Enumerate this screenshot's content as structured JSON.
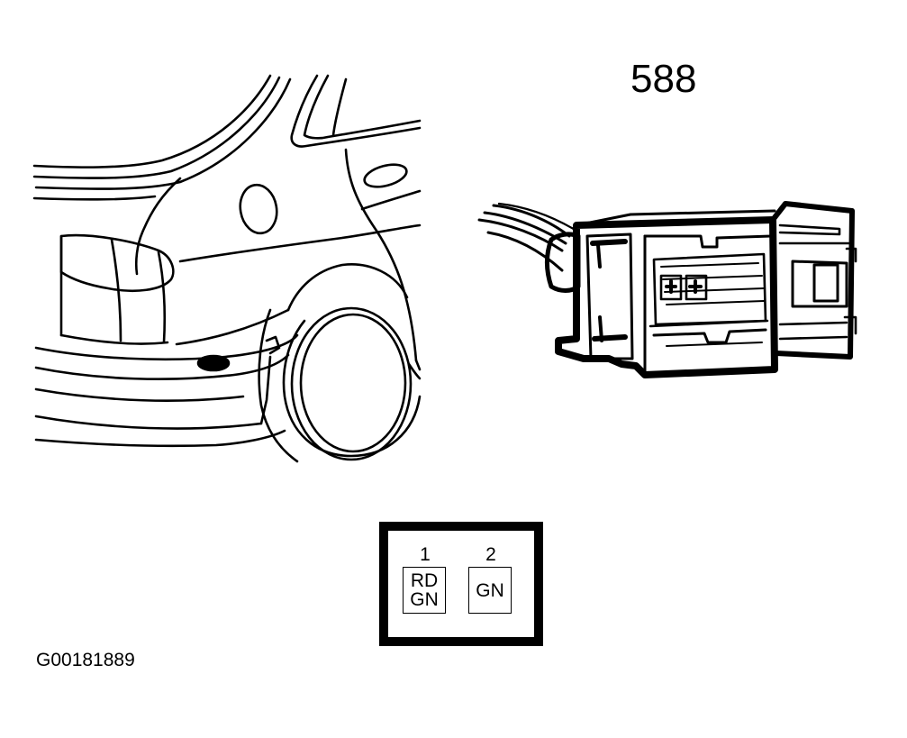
{
  "connector_number": "588",
  "figure_id": "G00181889",
  "pinout": {
    "pins": [
      {
        "number": "1",
        "colors": [
          "RD",
          "GN"
        ]
      },
      {
        "number": "2",
        "colors": [
          "GN"
        ]
      }
    ]
  },
  "illustrations": {
    "vehicle": "rear-quarter-of-car",
    "connector": "two-pin-harness-connector"
  }
}
